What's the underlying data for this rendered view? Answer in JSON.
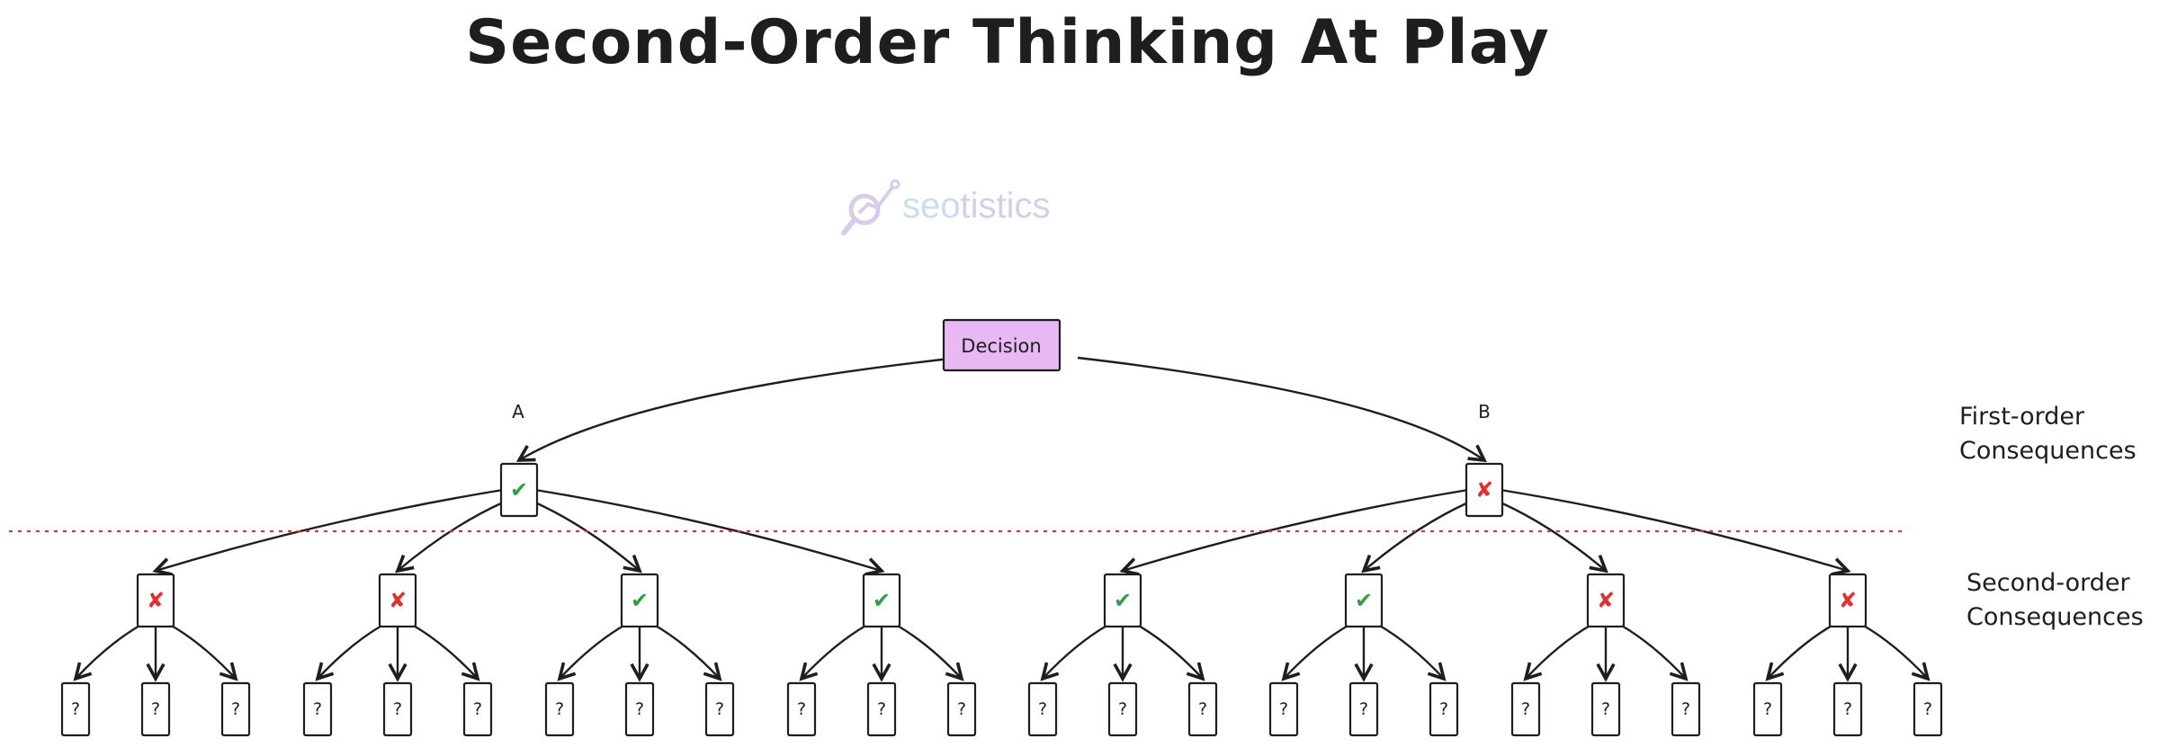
{
  "title": "Second-Order Thinking At Play",
  "watermark": {
    "brand_a": "seo",
    "brand_b": "tistics"
  },
  "root": {
    "label": "Decision",
    "fill": "#e8b8f5"
  },
  "branches": [
    {
      "label": "A",
      "mark": "check"
    },
    {
      "label": "B",
      "mark": "cross"
    }
  ],
  "second_order_marks": [
    "cross",
    "cross",
    "check",
    "check",
    "check",
    "check",
    "cross",
    "cross"
  ],
  "leaf_label": "?",
  "levels": {
    "first": [
      "First-order",
      "Consequences"
    ],
    "second": [
      "Second-order",
      "Consequences"
    ]
  },
  "colors": {
    "check": "#2f9e44",
    "cross": "#e03131",
    "divider": "#e03131",
    "stroke": "#1e1e1e"
  }
}
